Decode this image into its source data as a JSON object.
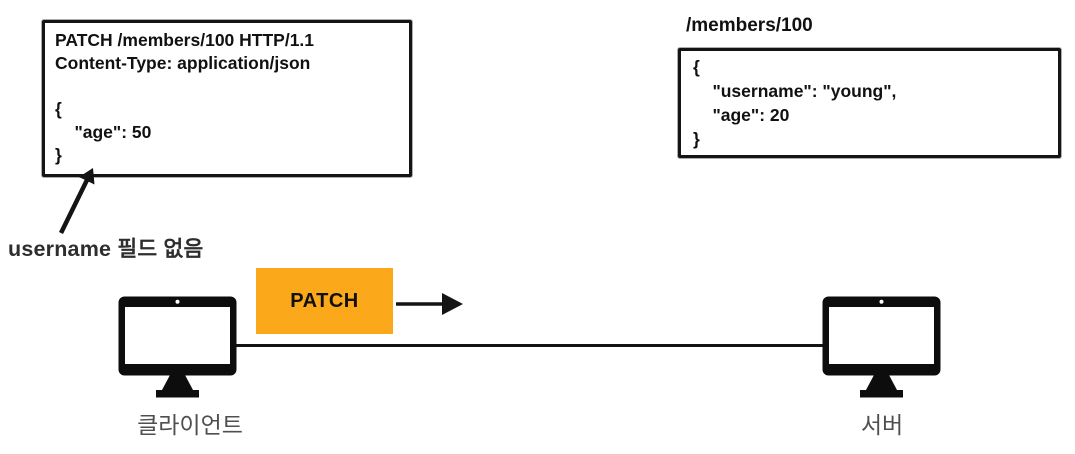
{
  "request_box": {
    "content": "PATCH /members/100 HTTP/1.1\nContent-Type: application/json\n\n{\n    \"age\": 50\n}"
  },
  "annotation": {
    "label": "username 필드 없음"
  },
  "resource_box": {
    "path": "/members/100",
    "content": "{\n    \"username\": \"young\",\n    \"age\": 20\n}"
  },
  "sequence": {
    "method": "PATCH",
    "client_label": "클라이언트",
    "server_label": "서버"
  },
  "colors": {
    "method_bg": "#FBA81A",
    "ink": "#141414",
    "label_gray": "#4F4F4F"
  }
}
